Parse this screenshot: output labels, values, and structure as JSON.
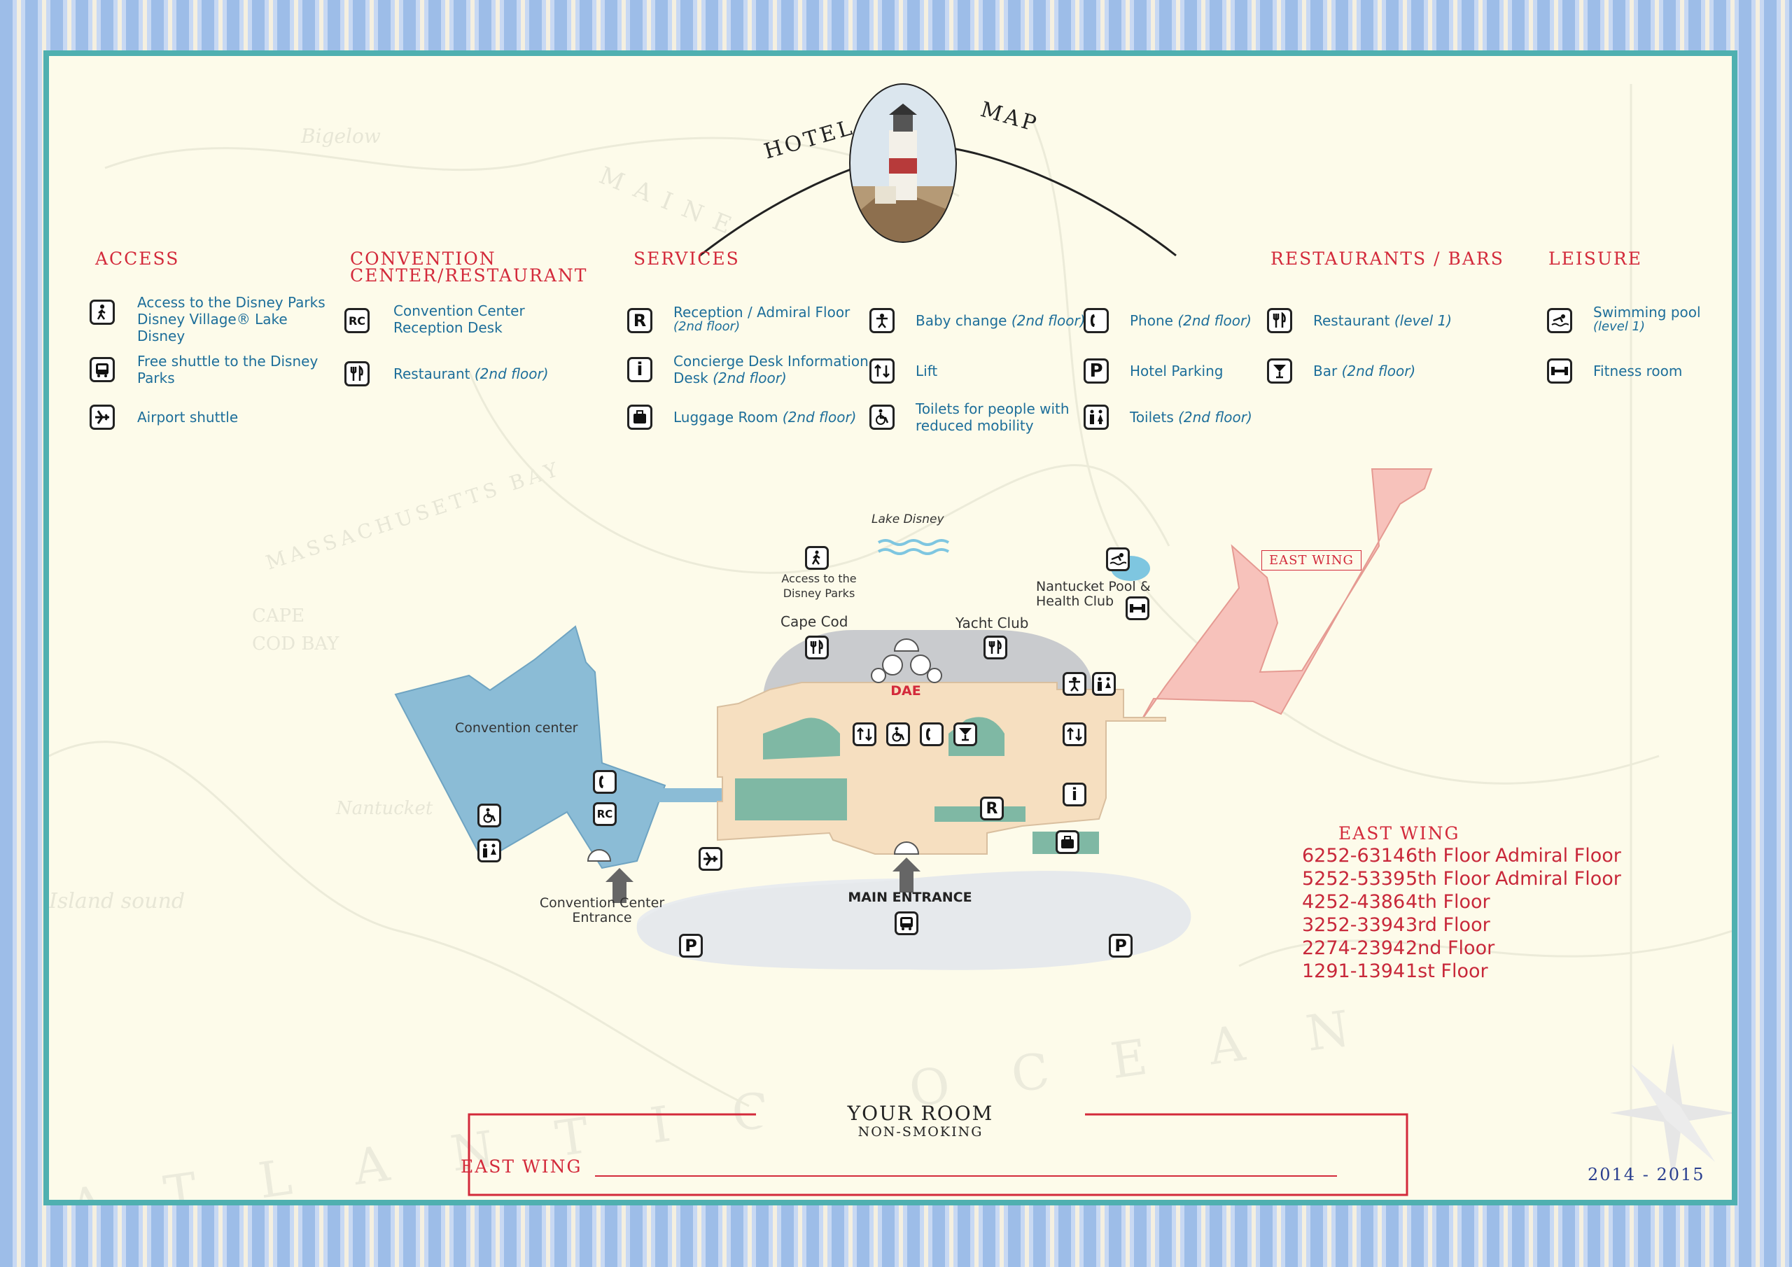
{
  "title": {
    "left": "HOTEL",
    "right": "MAP"
  },
  "categories": {
    "access": "ACCESS",
    "convention": "CONVENTION CENTER/RESTAURANT",
    "services": "SERVICES",
    "restaurants": "RESTAURANTS / BARS",
    "leisure": "LEISURE"
  },
  "legend": {
    "access": [
      {
        "icon": "walking-person-icon",
        "label": "Access to the Disney Parks Disney Village® Lake Disney"
      },
      {
        "icon": "bus-icon",
        "label": "Free shuttle to the Disney Parks"
      },
      {
        "icon": "airplane-icon",
        "label": "Airport shuttle"
      }
    ],
    "convention": [
      {
        "icon": "rc-icon",
        "symbol": "RC",
        "label": "Convention Center Reception Desk"
      },
      {
        "icon": "fork-knife-icon",
        "label": "Restaurant",
        "note": "(2nd floor)"
      }
    ],
    "services_col1": [
      {
        "icon": "reception-icon",
        "symbol": "R",
        "label": "Reception / Admiral Floor",
        "note": "(2nd floor)"
      },
      {
        "icon": "info-icon",
        "symbol": "i",
        "label": "Concierge Desk Information Desk",
        "note": "(2nd floor)"
      },
      {
        "icon": "luggage-icon",
        "label": "Luggage Room",
        "note": "(2nd floor)"
      }
    ],
    "services_col2": [
      {
        "icon": "baby-change-icon",
        "label": "Baby change",
        "note": "(2nd floor)"
      },
      {
        "icon": "lift-icon",
        "label": "Lift"
      },
      {
        "icon": "wheelchair-icon",
        "label": "Toilets for people with reduced mobility"
      }
    ],
    "services_col3": [
      {
        "icon": "phone-icon",
        "label": "Phone",
        "note": "(2nd floor)"
      },
      {
        "icon": "parking-icon",
        "symbol": "P",
        "label": "Hotel Parking"
      },
      {
        "icon": "toilets-icon",
        "label": "Toilets",
        "note": "(2nd floor)"
      }
    ],
    "restaurants": [
      {
        "icon": "fork-knife-icon",
        "label": "Restaurant",
        "note": "(level 1)"
      },
      {
        "icon": "cocktail-icon",
        "label": "Bar",
        "note": "(2nd floor)"
      }
    ],
    "leisure": [
      {
        "icon": "swimmer-icon",
        "label": "Swimming pool",
        "note": "(level 1)"
      },
      {
        "icon": "fitness-icon",
        "label": "Fitness room"
      }
    ]
  },
  "map_labels": {
    "lake": "Lake Disney",
    "access_parks": "Access to the Disney Parks",
    "cape_cod": "Cape Cod",
    "yacht_club": "Yacht Club",
    "nantucket": "Nantucket Pool & Health Club",
    "east_wing_tag": "EAST WING",
    "convention_center": "Convention center",
    "convention_entrance": "Convention Center Entrance",
    "main_entrance": "MAIN ENTRANCE",
    "dae": "DAE"
  },
  "background_text": [
    "Bigelow",
    "MAINE",
    "MASSACHUSETTS BAY",
    "CAPE COD BAY",
    "Nantucket",
    "Island sound",
    "ATLANTIC OCEAN"
  ],
  "east_wing_table": {
    "heading": "EAST WING",
    "rows": [
      {
        "range": "6252-6314",
        "floor": "6th Floor",
        "note": "Admiral Floor"
      },
      {
        "range": "5252-5339",
        "floor": "5th Floor",
        "note": "Admiral Floor"
      },
      {
        "range": "4252-4386",
        "floor": "4th Floor",
        "note": ""
      },
      {
        "range": "3252-3394",
        "floor": "3rd Floor",
        "note": ""
      },
      {
        "range": "2274-2394",
        "floor": "2nd Floor",
        "note": ""
      },
      {
        "range": "1291-1394",
        "floor": "1st Floor",
        "note": ""
      }
    ]
  },
  "your_room": {
    "title": "YOUR ROOM",
    "subtitle": "NON-SMOKING",
    "wing": "EAST WING"
  },
  "year": "2014 - 2015",
  "colors": {
    "frame": "#4fb0b0",
    "accent_red": "#d32a3b",
    "legend_blue": "#1d6e9a",
    "convention_blue": "#8bbcd6",
    "hotel_tan": "#f6dfc0",
    "east_wing_pink": "#f7c2bb",
    "room_green": "#7fb8a4"
  }
}
